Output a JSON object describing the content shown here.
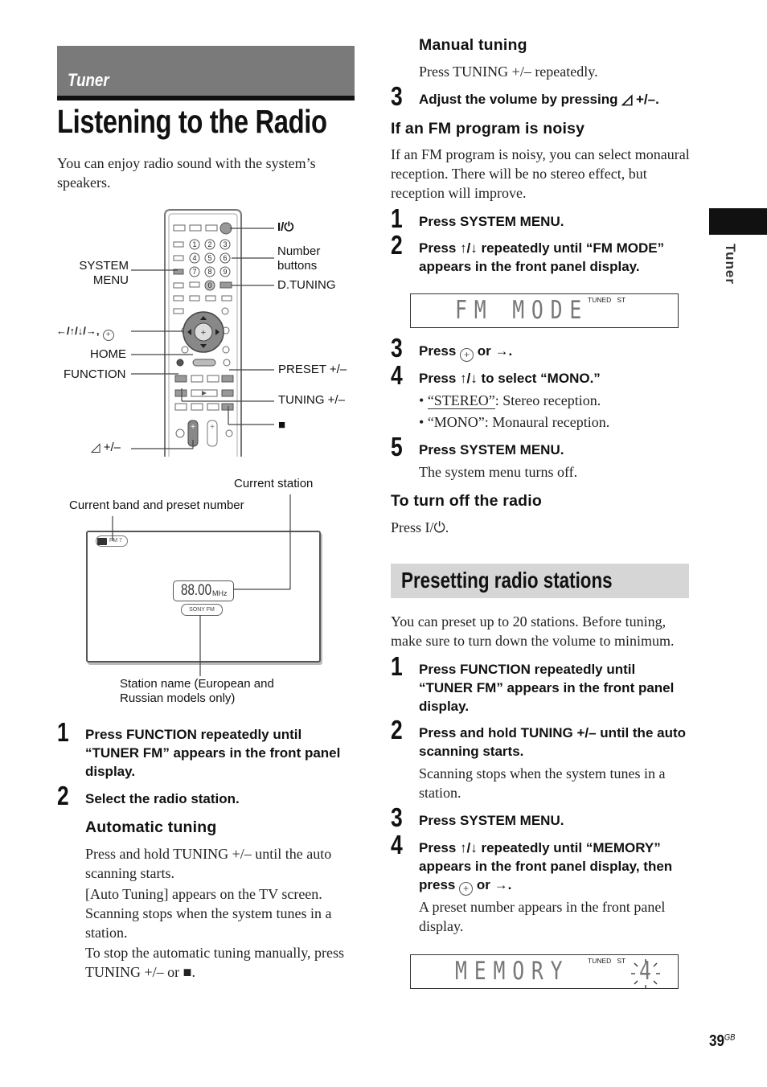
{
  "section_tab": "Tuner",
  "side_tab": "Tuner",
  "page_title": "Listening to the Radio",
  "intro": "You can enjoy radio sound with the system’s speakers.",
  "remote_labels": {
    "power": "I/⏻",
    "number_buttons": "Number\nbuttons",
    "system_menu": "SYSTEM\nMENU",
    "d_tuning": "D.TUNING",
    "arrows": "←/↑/↓/→,",
    "home": "HOME",
    "function": "FUNCTION",
    "preset": "PRESET +/–",
    "tuning": "TUNING +/–",
    "stop": "■",
    "volume": "+/–"
  },
  "tv_screen": {
    "current_station_label": "Current station",
    "band_label": "Current band and preset number",
    "band_badge": "FM 7",
    "frequency": "88.00",
    "frequency_unit": "MHz",
    "station_name": "SONY FM",
    "station_name_label": "Station name (European and\nRussian models only)"
  },
  "left_steps": [
    {
      "num": "1",
      "text": "Press FUNCTION repeatedly until “TUNER FM” appears in the front panel display."
    },
    {
      "num": "2",
      "text": "Select the radio station."
    }
  ],
  "auto_tuning": {
    "heading": "Automatic tuning",
    "p1": "Press and hold TUNING +/– until the auto scanning starts.",
    "p2": "[Auto Tuning] appears on the TV screen. Scanning stops when the system tunes in a station.",
    "p3": "To stop the automatic tuning manually, press TUNING +/– or ■."
  },
  "manual_tuning": {
    "heading": "Manual tuning",
    "p1": "Press TUNING +/– repeatedly."
  },
  "step3_volume": {
    "num": "3",
    "text": "Adjust the volume by pressing ◿ +/–."
  },
  "fm_noisy": {
    "heading": "If an FM program is noisy",
    "p1": "If an FM program is noisy, you can select monaural reception. There will be no stereo effect, but reception will improve.",
    "steps": [
      {
        "num": "1",
        "text": "Press SYSTEM MENU."
      },
      {
        "num": "2",
        "text": "Press ↑/↓ repeatedly until “FM MODE” appears in the front panel display."
      }
    ],
    "lcd_flags": "TUNED   ST",
    "lcd_text": "FM MODE",
    "step3": {
      "num": "3",
      "pre": "Press",
      "post": "or →."
    },
    "step4": {
      "num": "4",
      "text": "Press ↑/↓ to select “MONO.”"
    },
    "bullet1_link": "“STEREO”",
    "bullet1_rest": ": Stereo reception.",
    "bullet2": "“MONO”: Monaural reception.",
    "step5": {
      "num": "5",
      "text": "Press SYSTEM MENU."
    },
    "step5_note": "The system menu turns off."
  },
  "turn_off": {
    "heading": "To turn off the radio",
    "text": "Press I/⏻."
  },
  "presetting": {
    "heading": "Presetting radio stations",
    "intro": "You can preset up to 20 stations. Before tuning, make sure to turn down the volume to minimum.",
    "steps": [
      {
        "num": "1",
        "text": "Press FUNCTION repeatedly until “TUNER FM” appears in the front panel display."
      },
      {
        "num": "2",
        "text": "Press and hold TUNING +/– until the auto scanning starts."
      }
    ],
    "step2_note": "Scanning stops when the system tunes in a station.",
    "step3": {
      "num": "3",
      "text": "Press SYSTEM MENU."
    },
    "step4": {
      "num": "4",
      "pre": "Press ↑/↓ repeatedly until “MEMORY” appears in the front panel display, then press",
      "post": "or →."
    },
    "step4_note": "A preset number appears in the front panel display.",
    "lcd_flags": "TUNED   ST",
    "lcd_text": "MEMORY",
    "lcd_number": "4"
  },
  "page_number": "39",
  "page_suffix": "GB"
}
